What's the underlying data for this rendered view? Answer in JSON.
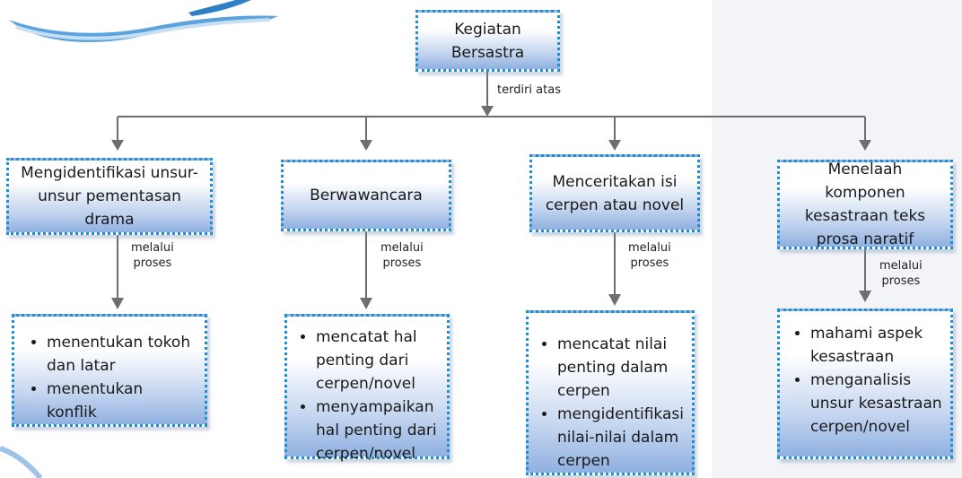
{
  "root": {
    "title_line1": "Kegiatan",
    "title_line2": "Bersastra"
  },
  "connector_label": "terdiri atas",
  "branches": [
    {
      "title": "Mengidentifikasi unsur-unsur pementasan drama",
      "process_label_line1": "melalui",
      "process_label_line2": "proses",
      "items": [
        "menentukan tokoh dan latar",
        "menentukan konflik"
      ]
    },
    {
      "title": "Berwawancara",
      "process_label_line1": "melalui",
      "process_label_line2": "proses",
      "items": [
        "mencatat hal penting dari cerpen/novel",
        "menyampaikan hal penting dari cerpen/novel"
      ]
    },
    {
      "title": "Menceritakan isi cerpen atau novel",
      "process_label_line1": "melalui",
      "process_label_line2": "proses",
      "items": [
        "mencatat nilai penting dalam cerpen",
        "mengidentifikasi nilai-nilai dalam cerpen"
      ]
    },
    {
      "title": "Menelaah komponen kesastraan teks prosa naratif",
      "process_label_line1": "melalui",
      "process_label_line2": "proses",
      "items": [
        "mahami aspek kesastraan",
        "menganalisis unsur kesastraan cerpen/novel"
      ]
    }
  ],
  "colors": {
    "border": "#1d8fd6",
    "gradient_bottom": "#8fb0e0",
    "line": "#6e6e6e",
    "panel": "#f2f4f8"
  }
}
